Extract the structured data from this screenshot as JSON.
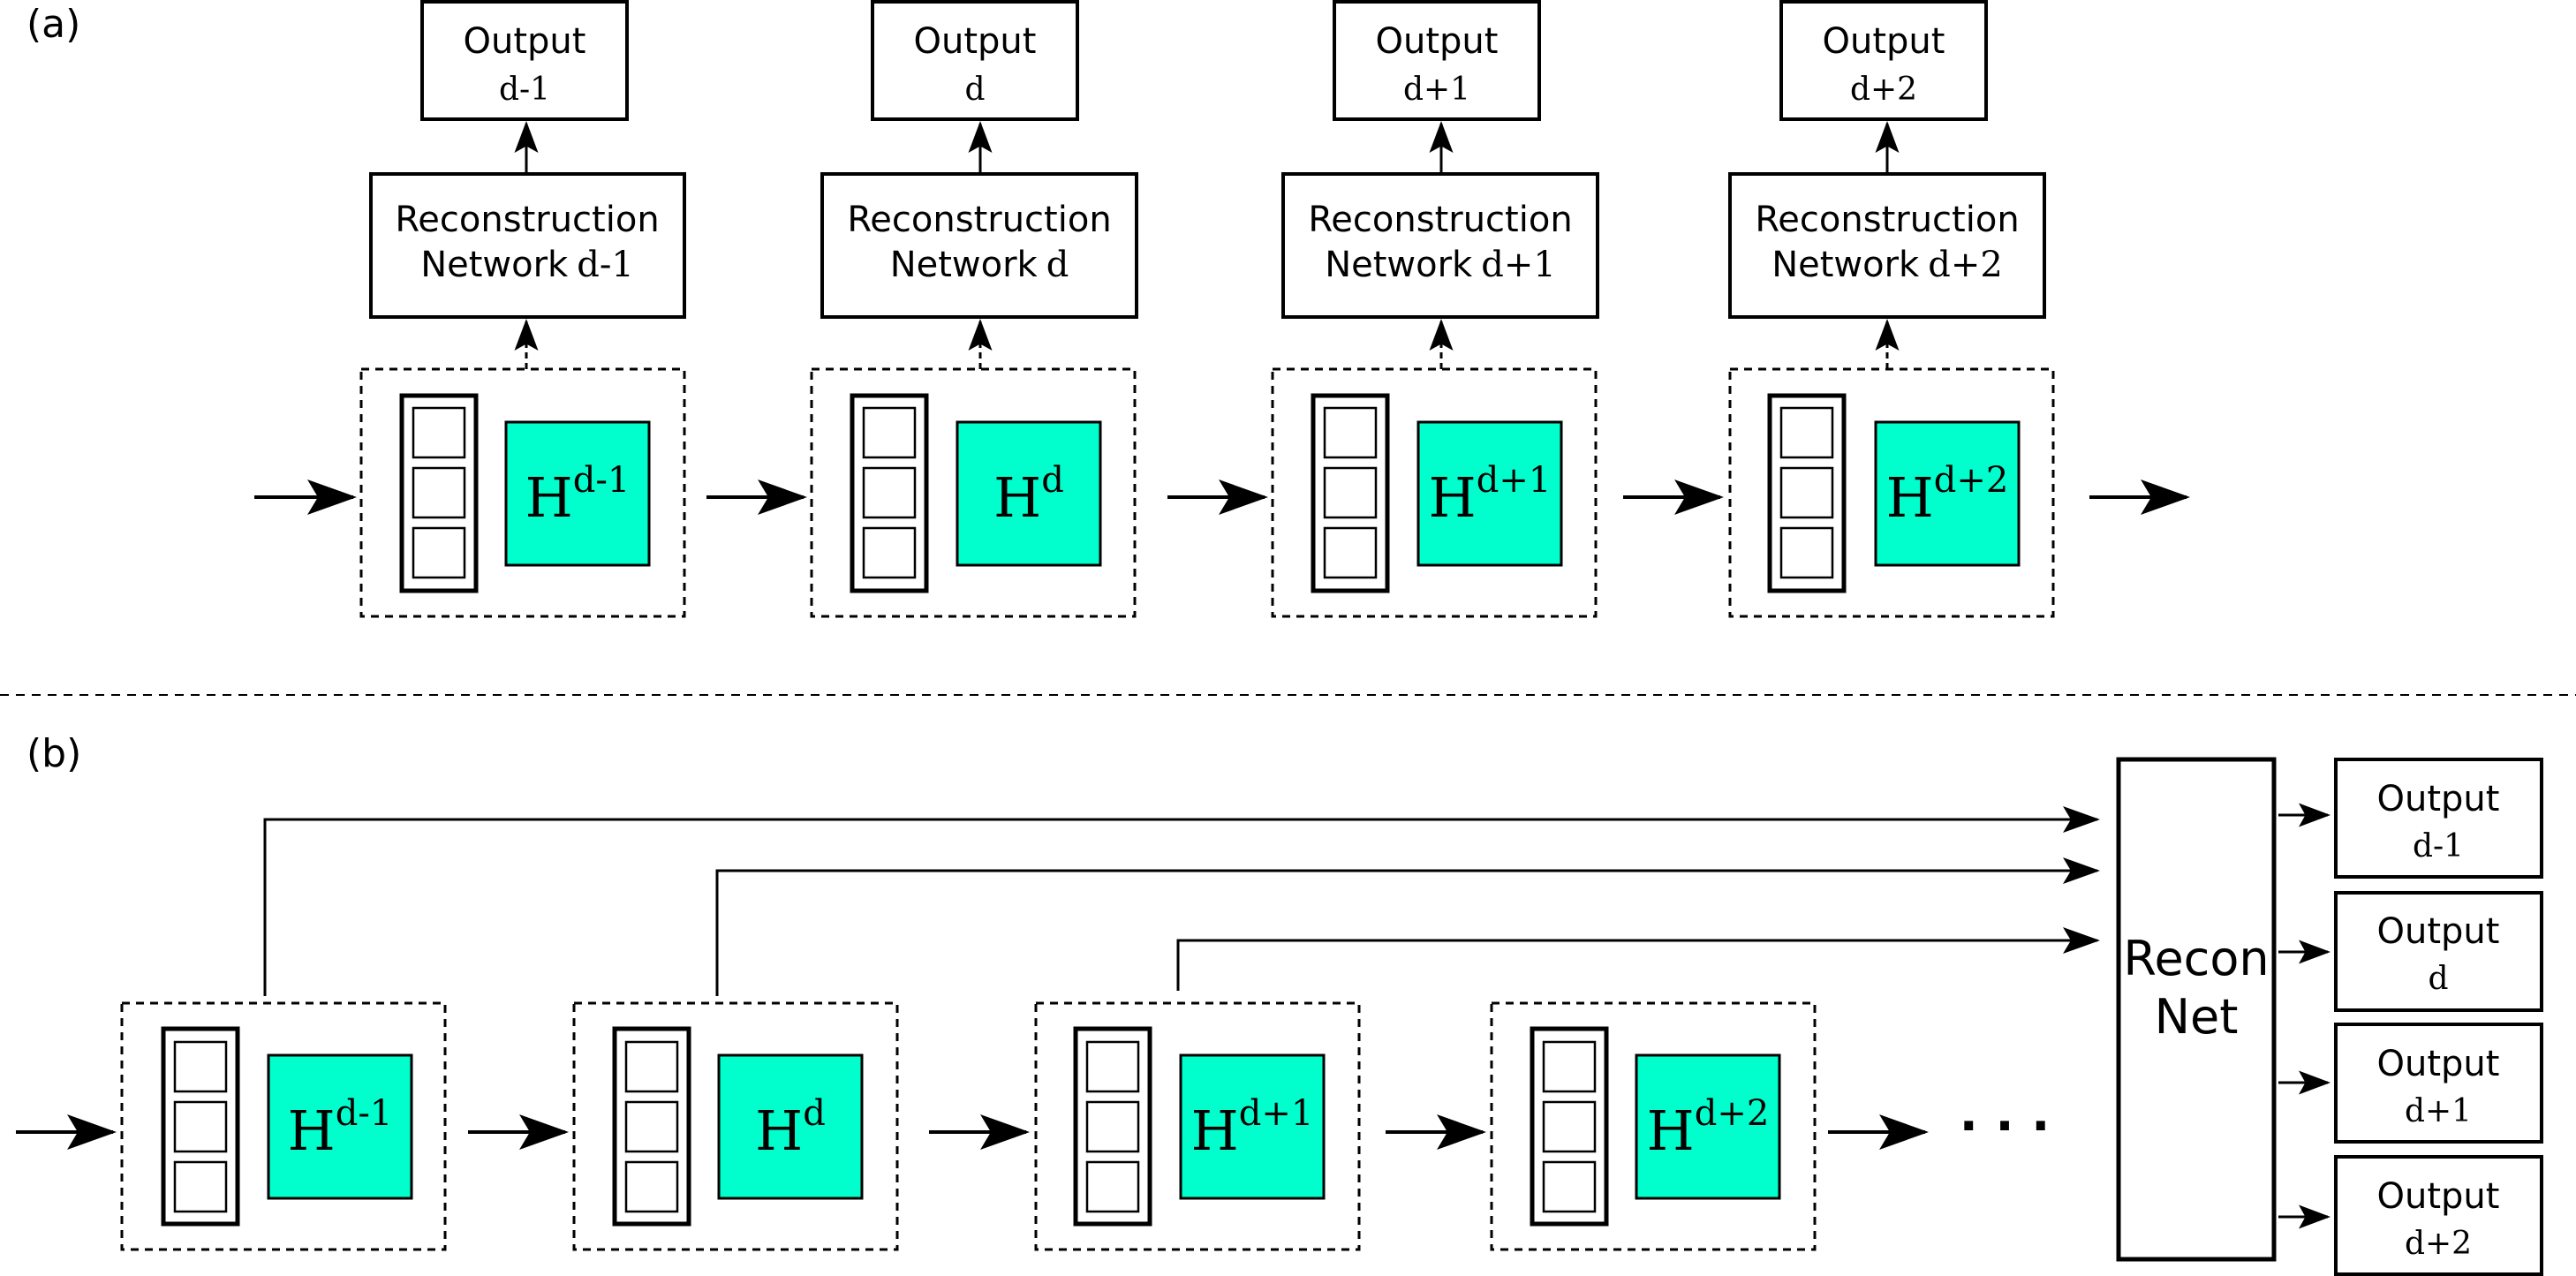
{
  "colors": {
    "h_fill": "#00FFCC",
    "stroke": "#000000",
    "background": "#FFFFFF"
  },
  "panel_a": {
    "label": "(a)",
    "columns": [
      {
        "output_word": "Output",
        "output_index": "d-1",
        "recon_line1": "Reconstruction",
        "recon_line2_word": "Network",
        "recon_line2_index": "d-1",
        "h_base": "H",
        "h_sup": "d-1"
      },
      {
        "output_word": "Output",
        "output_index": "d",
        "recon_line1": "Reconstruction",
        "recon_line2_word": "Network",
        "recon_line2_index": "d",
        "h_base": "H",
        "h_sup": "d"
      },
      {
        "output_word": "Output",
        "output_index": "d+1",
        "recon_line1": "Reconstruction",
        "recon_line2_word": "Network",
        "recon_line2_index": "d+1",
        "h_base": "H",
        "h_sup": "d+1"
      },
      {
        "output_word": "Output",
        "output_index": "d+2",
        "recon_line1": "Reconstruction",
        "recon_line2_word": "Network",
        "recon_line2_index": "d+2",
        "h_base": "H",
        "h_sup": "d+2"
      }
    ]
  },
  "panel_b": {
    "label": "(b)",
    "blocks": [
      {
        "h_base": "H",
        "h_sup": "d-1"
      },
      {
        "h_base": "H",
        "h_sup": "d"
      },
      {
        "h_base": "H",
        "h_sup": "d+1"
      },
      {
        "h_base": "H",
        "h_sup": "d+2"
      }
    ],
    "ellipsis": "· · ·",
    "recon_net_line1": "Recon",
    "recon_net_line2": "Net",
    "outputs": [
      {
        "word": "Output",
        "index": "d-1"
      },
      {
        "word": "Output",
        "index": "d"
      },
      {
        "word": "Output",
        "index": "d+1"
      },
      {
        "word": "Output",
        "index": "d+2"
      }
    ]
  }
}
